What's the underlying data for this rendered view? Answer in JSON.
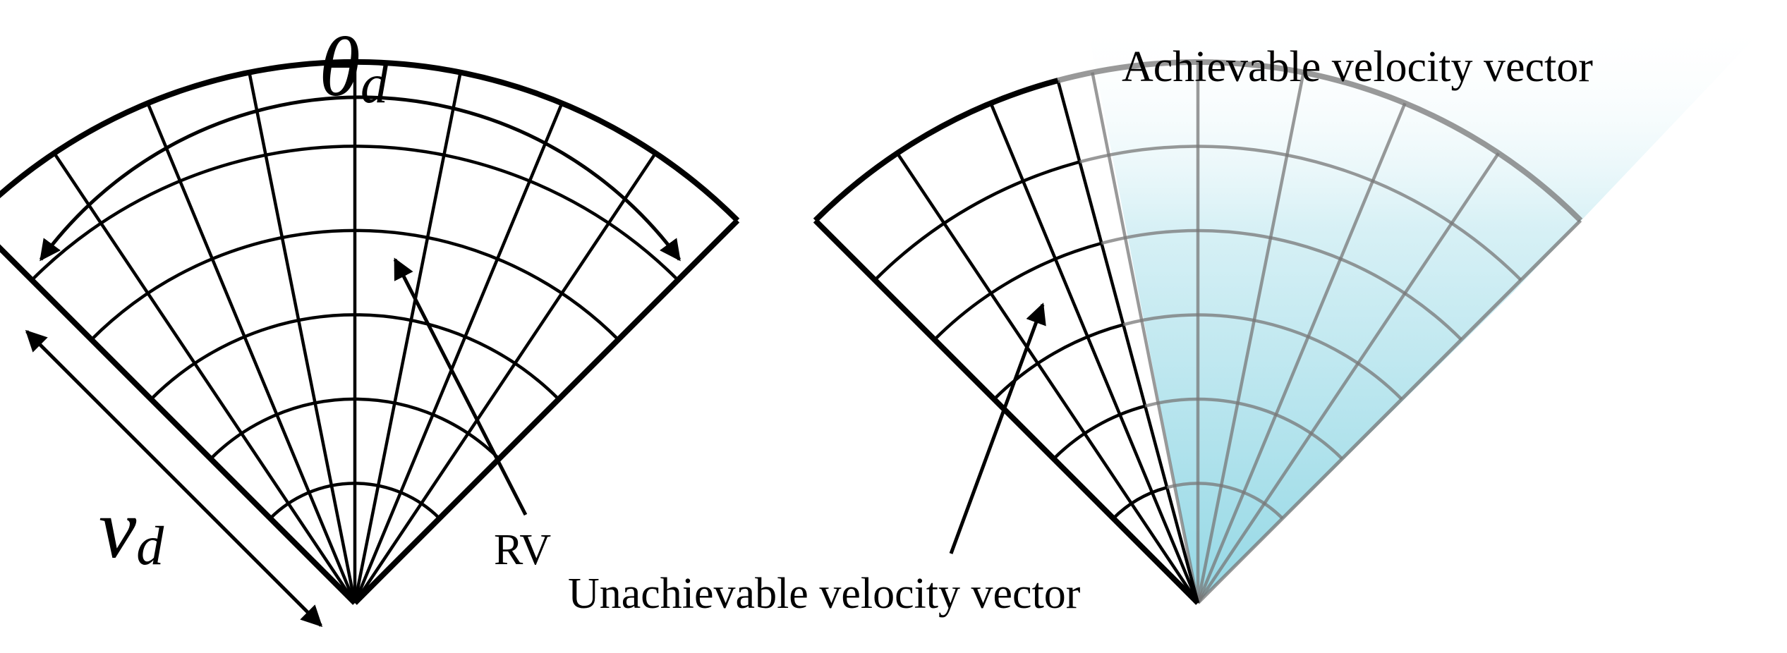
{
  "left_diagram": {
    "angle_symbol": "θ",
    "angle_subscript": "d",
    "speed_symbol": "v",
    "speed_subscript": "d",
    "rv_label": "RV"
  },
  "right_diagram": {
    "achievable_label": "Achievable velocity vector",
    "unachievable_label": "Unachievable velocity vector"
  },
  "colors": {
    "achievable_fill": "#8fd6e4",
    "line": "#000000"
  }
}
